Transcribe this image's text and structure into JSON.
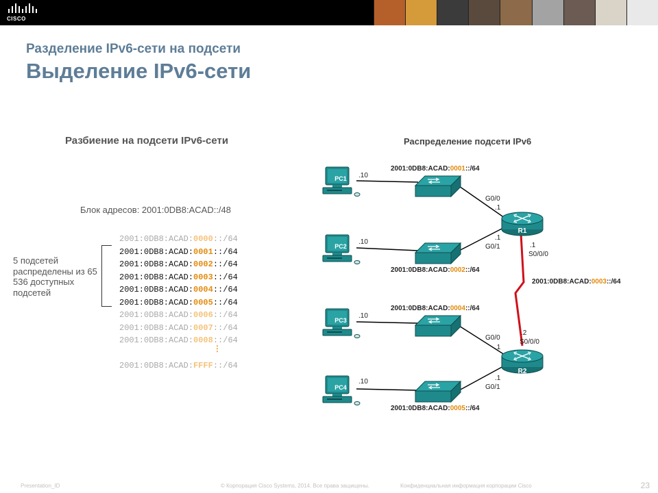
{
  "header": {
    "logo_text": "CISCO",
    "photo_colors": [
      "#b5602a",
      "#d59a3a",
      "#3b3b3b",
      "#5a4a3e",
      "#8c6a4a",
      "#a3a3a3",
      "#6b5b52",
      "#d9d3c8",
      "#e9e9e9"
    ]
  },
  "slide": {
    "subtitle": "Разделение IPv6-сети на подсети",
    "title": "Выделение IPv6-сети"
  },
  "left": {
    "heading": "Разбиение на подсети IPv6-сети",
    "block": "Блок адресов: 2001:0DB8:ACAD::/48",
    "prefix": "2001:0DB8:ACAD:",
    "suffix": "::/64",
    "rows": [
      {
        "hex": "0000",
        "active": false
      },
      {
        "hex": "0001",
        "active": true
      },
      {
        "hex": "0002",
        "active": true
      },
      {
        "hex": "0003",
        "active": true
      },
      {
        "hex": "0004",
        "active": true
      },
      {
        "hex": "0005",
        "active": true
      },
      {
        "hex": "0006",
        "active": false
      },
      {
        "hex": "0007",
        "active": false
      },
      {
        "hex": "0008",
        "active": false
      }
    ],
    "dots": "⋮",
    "last": {
      "hex": "FFFF",
      "active": false
    },
    "note": "5 подсетей распределены из 65 536 доступных подсетей"
  },
  "right": {
    "heading": "Распределение подсети IPv6",
    "pcs": [
      "PC1",
      "PC2",
      "PC3",
      "PC4"
    ],
    "host_octet": ".10",
    "routers": [
      "R1",
      "R2"
    ],
    "net_prefix": "2001:0DB8:ACAD:",
    "net_suffix": "::/64",
    "nets": [
      "0001",
      "0002",
      "0003",
      "0004",
      "0005"
    ],
    "interfaces": {
      "r1_g00": "G0/0",
      "r1_g01": "G0/1",
      "r1_s000": "S0/0/0",
      "r2_g00": "G0/0",
      "r2_g01": "G0/1",
      "r2_s000": "S0/0/0",
      "dot1": ".1",
      "dot2": ".2"
    },
    "colors": {
      "device": "#1f8a8c",
      "link": "#000000",
      "serial": "#d0101a",
      "highlight": "#e38a0c"
    }
  },
  "footer": {
    "presentation_id": "Presentation_ID",
    "copyright": "© Корпорация Cisco Systems, 2014. Все права защищены.",
    "confidential": "Конфиденциальная информация корпорации Cisco",
    "page": "23"
  }
}
